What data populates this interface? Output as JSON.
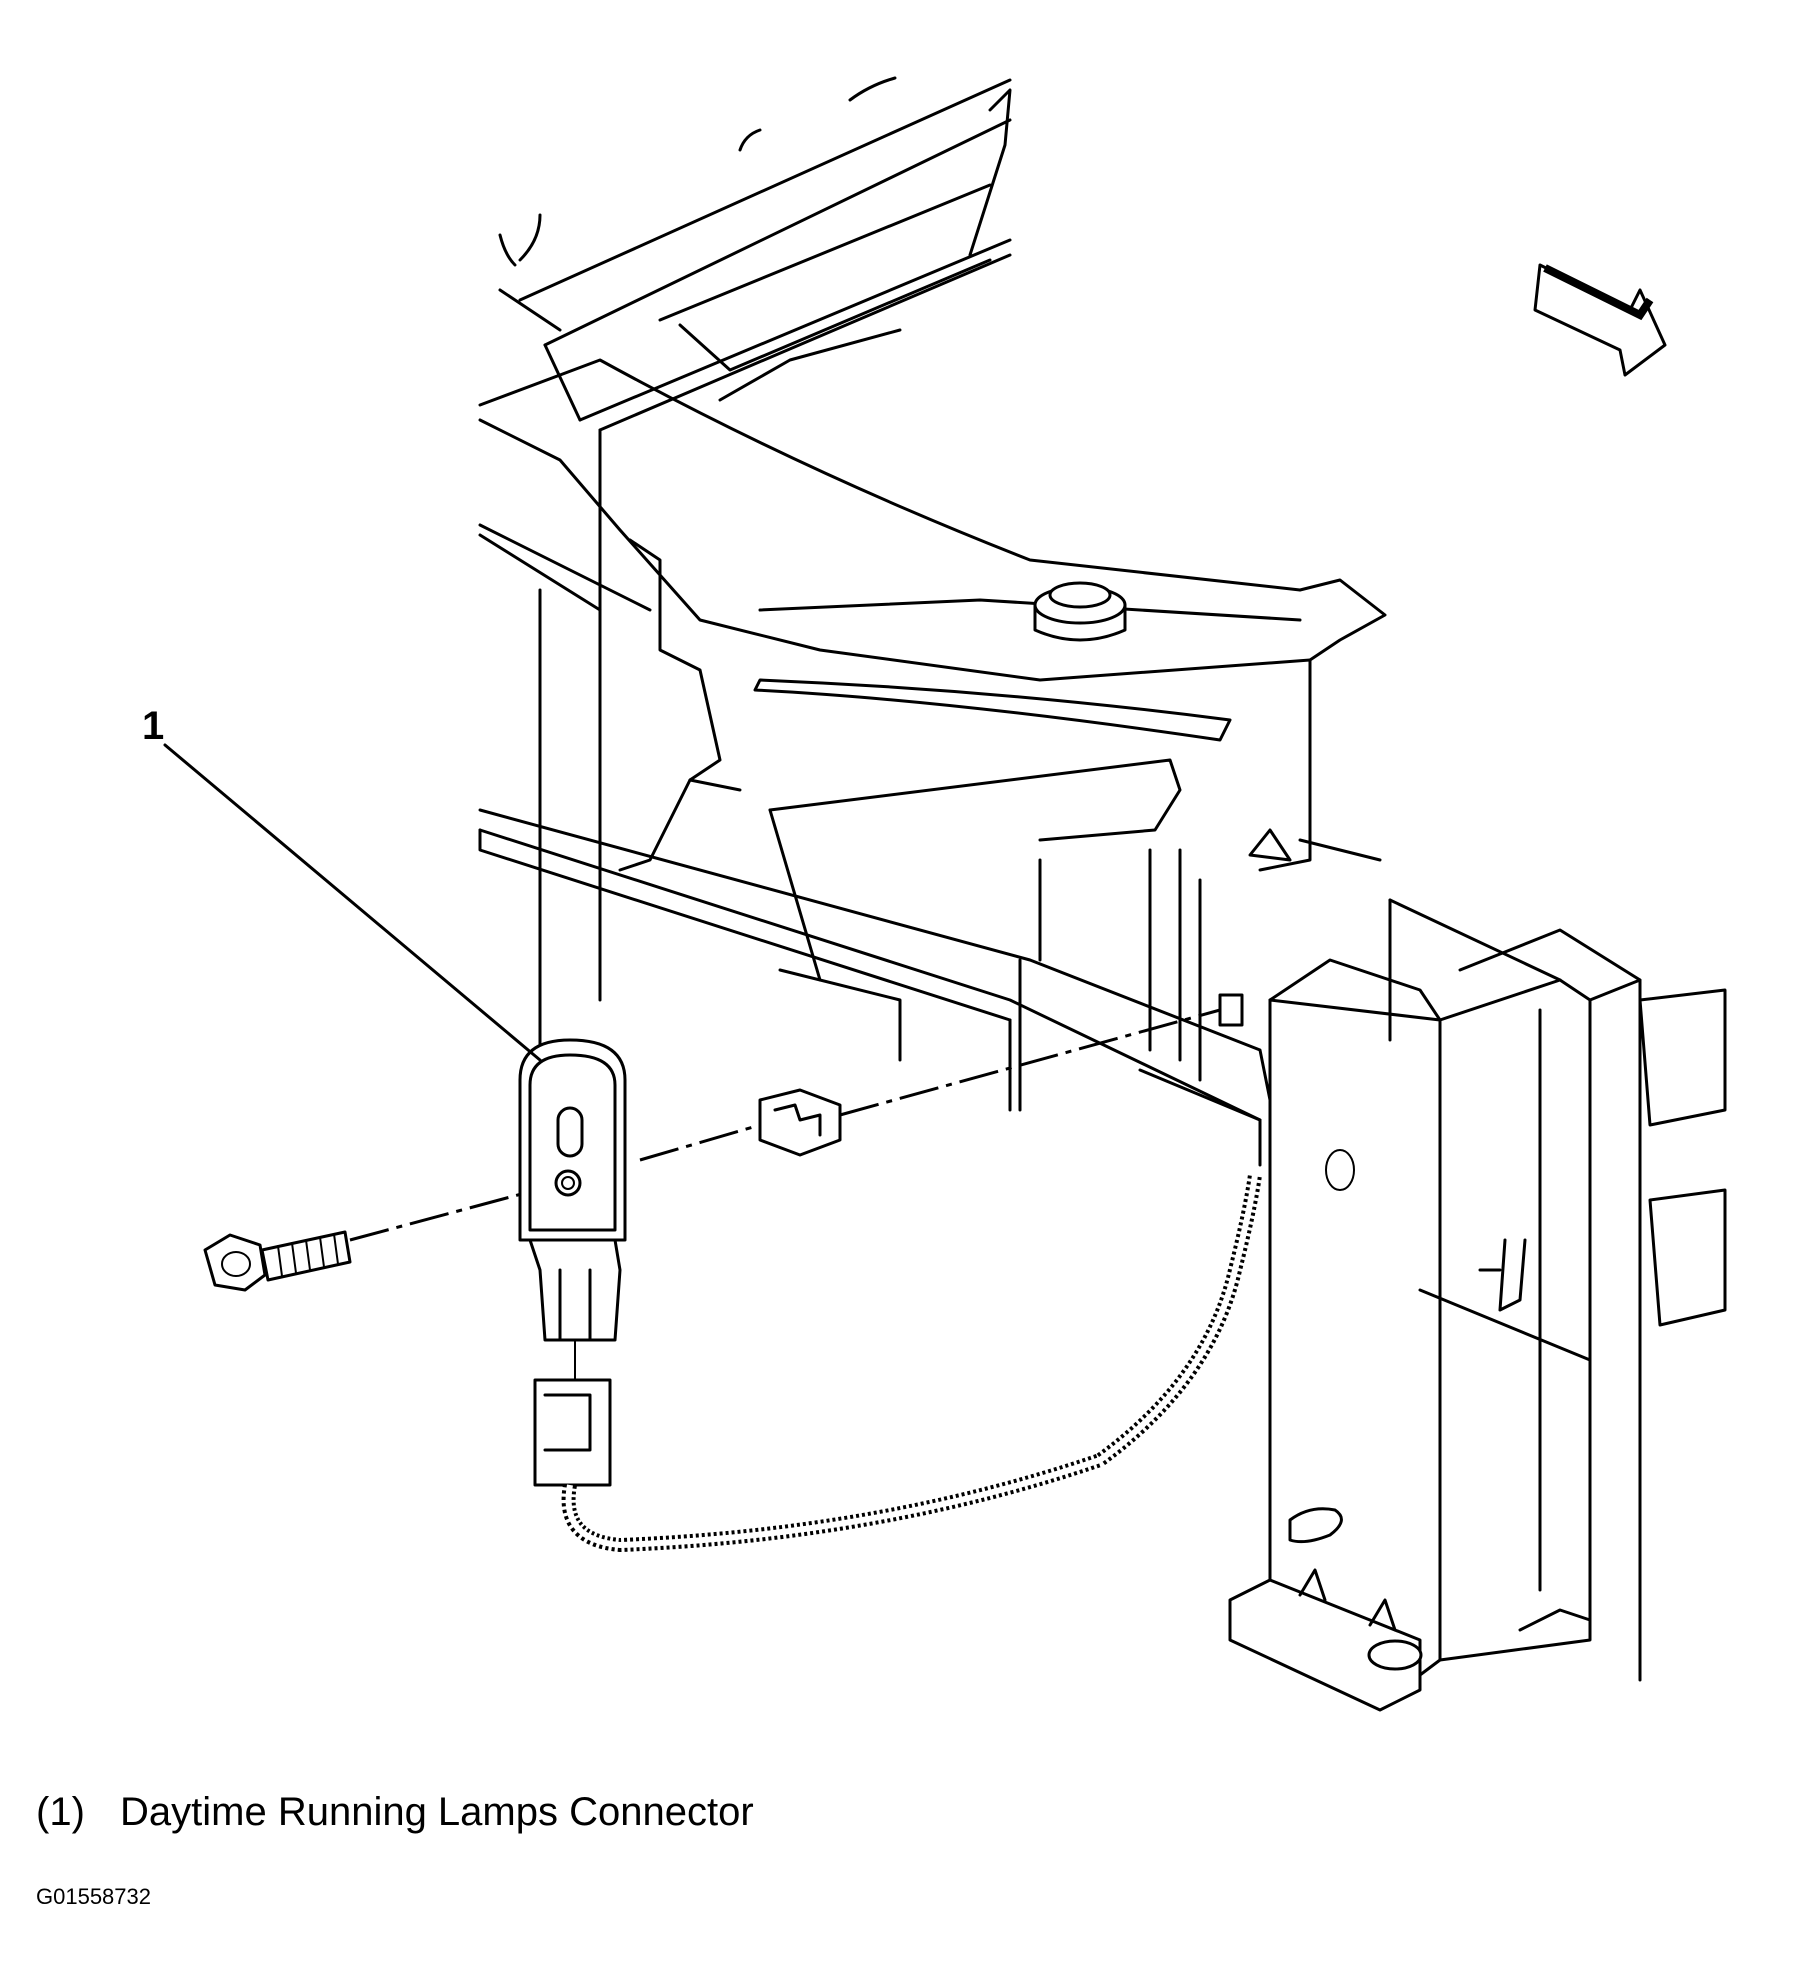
{
  "diagram": {
    "callout": "1",
    "legend": {
      "key": "(1)",
      "text": "Daytime Running Lamps Connector"
    },
    "figure_id": "G01558732"
  }
}
